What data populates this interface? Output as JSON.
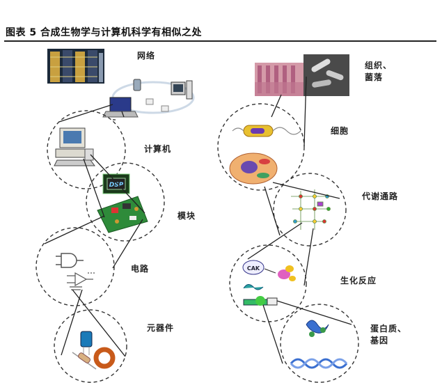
{
  "figure": {
    "title": "图表 5 合成生物学与计算机科学有相似之处"
  },
  "left_chain": {
    "network": "网络",
    "computer": "计算机",
    "module": "模块",
    "circuit": "电路",
    "components": "元器件",
    "dsp_chip_text": "DSP"
  },
  "right_chain": {
    "tissue_line1": "组织、",
    "tissue_line2": "菌落",
    "cell": "细胞",
    "pathway": "代谢通路",
    "reaction": "生化反应",
    "protein_line1": "蛋白质、",
    "protein_line2": "基因",
    "enzyme_text": "CAK"
  },
  "colors": {
    "circle_stroke": "#333333",
    "pcb_green": "#2e8b3a",
    "cell_orange": "#e88a3a",
    "bacterium_yellow": "#e8c030",
    "dna_blue": "#3a6fd0"
  }
}
